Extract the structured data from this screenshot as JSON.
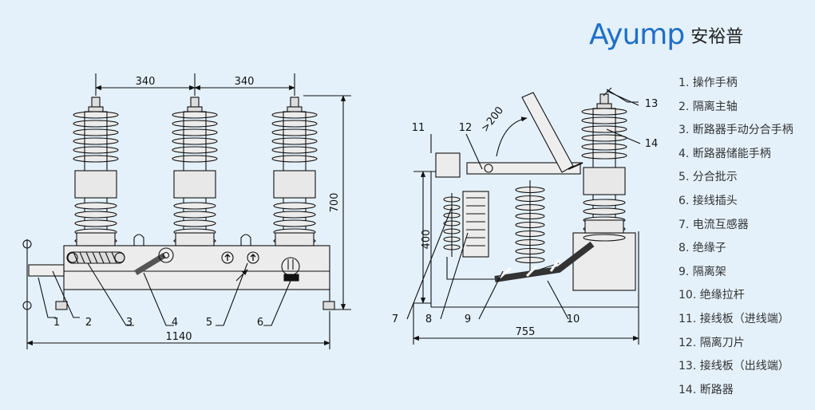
{
  "brand": {
    "latin": "Ayump",
    "chinese": "安裕普"
  },
  "colors": {
    "background": "#e4f1fb",
    "line": "#111111",
    "brand_blue": "#1f6fc9"
  },
  "front_view": {
    "dimensions": {
      "spacing_left": "340",
      "spacing_right": "340",
      "height": "700",
      "width": "1140"
    },
    "callouts": [
      "1",
      "2",
      "3",
      "4",
      "5",
      "6"
    ]
  },
  "side_view": {
    "dimensions": {
      "clearance": ">200",
      "height": "400",
      "width": "755"
    },
    "callouts": [
      "7",
      "8",
      "9",
      "10",
      "11",
      "12",
      "13",
      "14"
    ]
  },
  "legend": {
    "items": [
      "1. 操作手柄",
      "2. 隔离主轴",
      "3. 断路器手动分合手柄",
      "4. 断路器储能手柄",
      "5. 分合批示",
      "6. 接线插头",
      "7. 电流互感器",
      "8. 绝缘子",
      "9. 隔离架",
      "10. 绝缘拉杆",
      "11. 接线板（进线端）",
      "12. 隔离刀片",
      "13. 接线板（出线端）",
      "14. 断路器"
    ]
  }
}
